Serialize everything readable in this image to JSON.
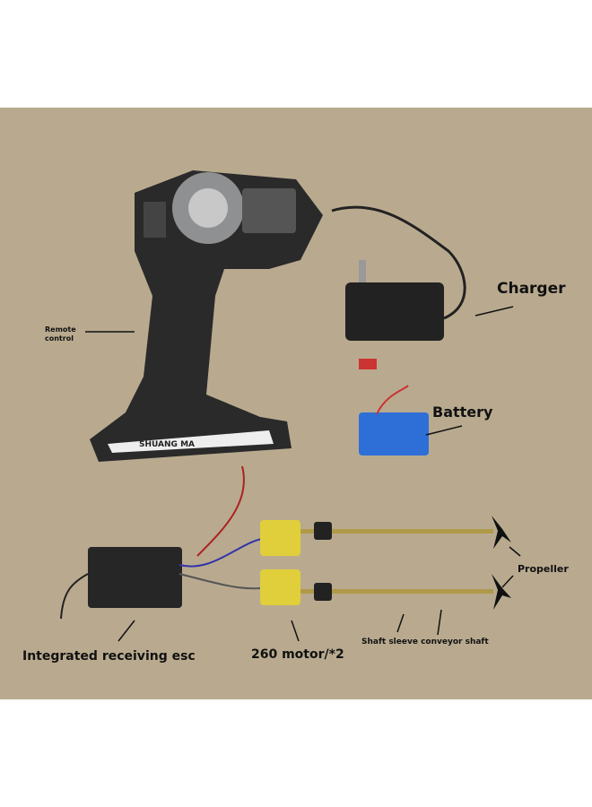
{
  "labels": {
    "remote_control": "Remote\ncontrol",
    "remote_line1": "Remote",
    "remote_line2": "control",
    "charger": "Charger",
    "battery": "Battery",
    "propeller": "Propeller",
    "shaft": "Shaft sleeve conveyor shaft",
    "motor": "260 motor/*2",
    "esc": "Integrated receiving esc"
  },
  "product": {
    "remote_brand": "SHUANG MA"
  },
  "colors": {
    "background": "#b9aa8f",
    "remote": "#2a2a2a",
    "battery": "#2d6fd6",
    "motor": "#e0cf3a",
    "shaft": "#b09a4a"
  }
}
